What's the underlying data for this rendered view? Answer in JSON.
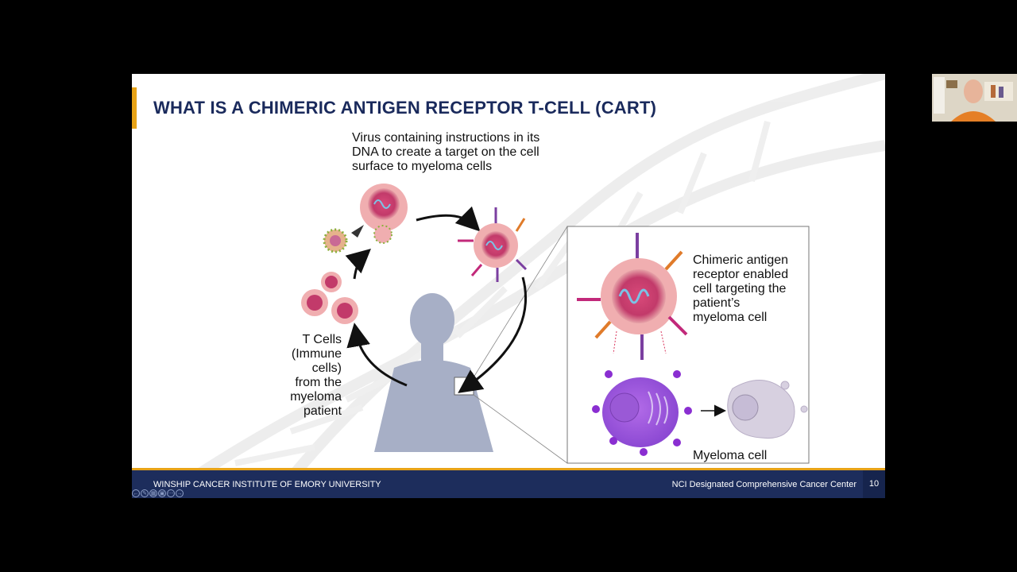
{
  "slide": {
    "title": "WHAT IS A CHIMERIC ANTIGEN RECEPTOR T-CELL (CART)",
    "virus_label": [
      "Virus containing instructions in its",
      "DNA to create a target on the cell",
      "surface to myeloma cells"
    ],
    "tcell_label": [
      "T Cells",
      "(Immune",
      "cells)",
      "from the",
      "myeloma",
      "patient"
    ],
    "chimeric_label": [
      "Chimeric antigen",
      "receptor enabled",
      "cell targeting the",
      "patient’s",
      "myeloma cell"
    ],
    "myeloma_label": "Myeloma cell",
    "footer_left": "WINSHIP CANCER INSTITUTE OF EMORY UNIVERSITY",
    "footer_right": "NCI Designated Comprehensive Cancer Center",
    "page_number": "10"
  },
  "controls": {
    "icons": [
      "prev-arrow-icon",
      "pen-icon",
      "slides-grid-icon",
      "camera-icon",
      "more-icon",
      "next-arrow-icon"
    ]
  },
  "colors": {
    "title": "#1a2a5c",
    "accent": "#e8a317",
    "footer": "#1d2d5c"
  }
}
